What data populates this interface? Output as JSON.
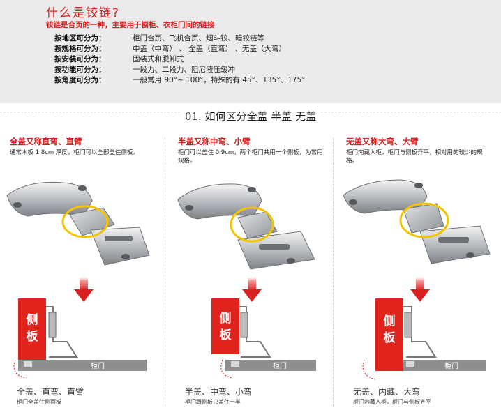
{
  "intro": {
    "title": "什么是铰链?",
    "definition": "铰链是合页的一种，主要用于橱柜、衣柜门间的链接",
    "classifications": [
      {
        "label": "按地区可分为：",
        "value": "柜门合页、飞机合页、烟斗铰、暗铰链等"
      },
      {
        "label": "按规格可分为：",
        "value": "中盖（中弯）  、  全盖（直弯）    、无盖（大弯）"
      },
      {
        "label": "按安装可分为：",
        "value": "固装式和脱卸式"
      },
      {
        "label": "按功能可分为：",
        "value": "一段力、二段力、阻尼液压缓冲"
      },
      {
        "label": "按角度可分为：",
        "value": "一般常用 90°~ 100°，特殊的有 45°、135°、175°"
      }
    ]
  },
  "section": {
    "title": "01. 如何区分全盖 半盖 无盖"
  },
  "columns": [
    {
      "title": "全盖又称直弯、直臂",
      "description": "通常木板 1.8cm 厚度，柜门可以全部盖住侧板。",
      "side_label": "侧板",
      "door_label": "柜门",
      "caption": "全盖、直弯、直臂",
      "subcaption": "柜门全盖住侧面板"
    },
    {
      "title": "半盖又称中弯、小臂",
      "description": "柜门可以盖住 0.9cm，两个柜门共用一个侧板，为常用规格。",
      "side_label": "侧板",
      "door_label": "柜门",
      "caption": "半盖、中弯、小弯",
      "subcaption": "柜门跟侧板只盖住一半"
    },
    {
      "title": "无盖又称大弯、大臂",
      "description": "柜门内藏入柜，柜门与侧板齐平，相对用的较少的规格。",
      "side_label": "侧板",
      "door_label": "柜门",
      "caption": "无盖、内藏、大弯",
      "subcaption": "柜门内藏入柜，柜门与侧板齐平"
    }
  ],
  "colors": {
    "accent": "#d82020",
    "highlight_ring": "#f2c400",
    "panel_bg": "#ebebeb"
  },
  "icons": {
    "arrow": "down-arrow-icon",
    "hinge": "cabinet-hinge-illustration"
  }
}
